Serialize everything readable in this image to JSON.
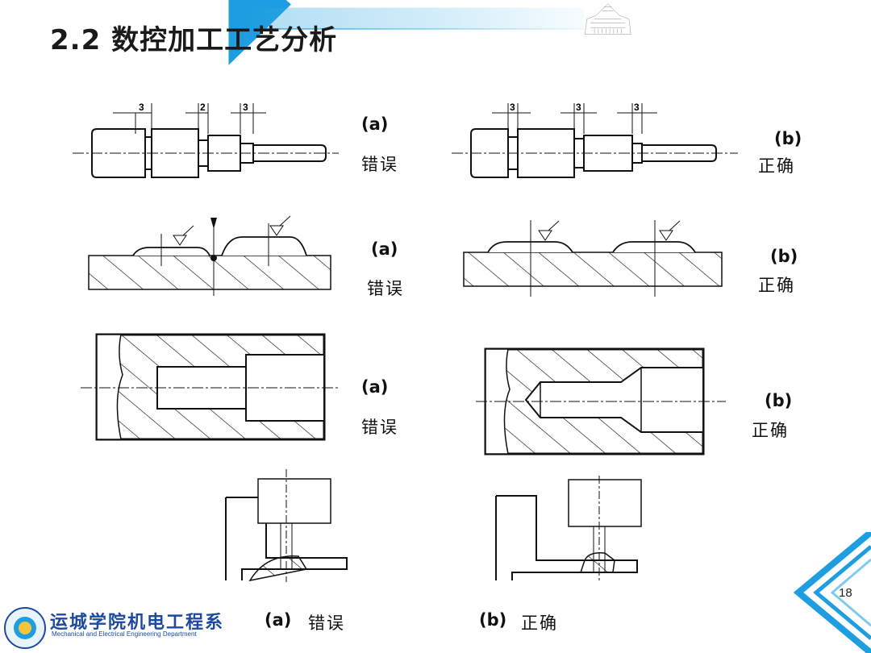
{
  "header": {
    "title": "2.2  数控加工工艺分析",
    "accent_color": "#1e9ee0",
    "light_color": "#a9dcf2"
  },
  "rows": [
    {
      "a_label": "(a)",
      "a_text": "错误",
      "b_label": "(b)",
      "b_text": "正确",
      "a_dims": [
        "3",
        "2",
        "3"
      ],
      "b_dims": [
        "3",
        "3",
        "3"
      ]
    },
    {
      "a_label": "(a)",
      "a_text": "错误",
      "b_label": "(b)",
      "b_text": "正确"
    },
    {
      "a_label": "(a)",
      "a_text": "错误",
      "b_label": "(b)",
      "b_text": "正确"
    }
  ],
  "bottom": {
    "a_label": "(a)",
    "a_text": "错误",
    "b_label": "(b)",
    "b_text": "正确"
  },
  "page_number": "18",
  "footer": {
    "logo_cn": "运城学院机电工程系",
    "logo_en": "Mechanical and Electrical Engineering Department"
  }
}
